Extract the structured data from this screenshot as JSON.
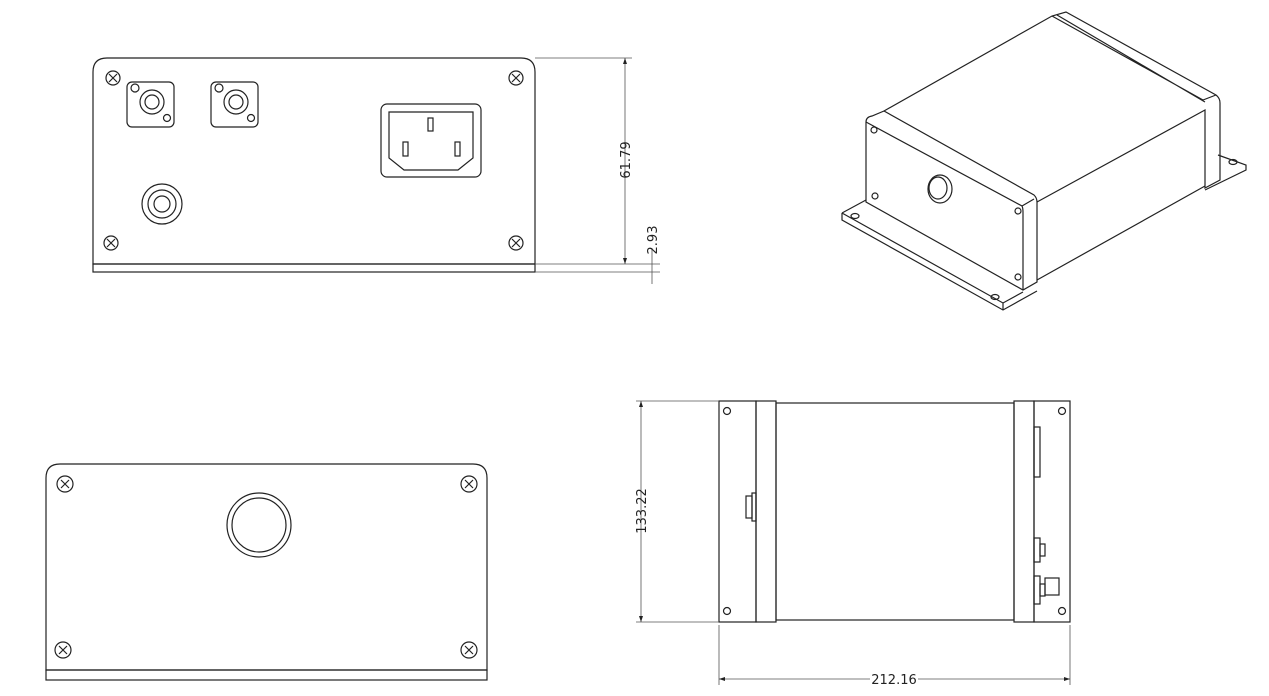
{
  "dimensions": {
    "front_height": "61.79",
    "base_thickness": "2.93",
    "depth": "133.22",
    "length": "212.16"
  },
  "colors": {
    "line": "#222222",
    "dimension_line": "#555555"
  }
}
